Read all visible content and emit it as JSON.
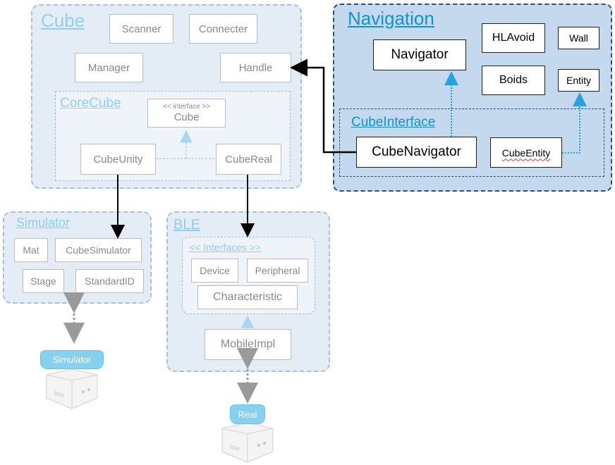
{
  "cube": {
    "title": "Cube",
    "scanner": "Scanner",
    "connecter": "Connecter",
    "manager": "Manager",
    "handle": "Handle",
    "corecube": {
      "title": "CoreCube",
      "iface_tag": "<< interface >>",
      "iface_name": "Cube",
      "unity": "CubeUnity",
      "real": "CubeReal"
    }
  },
  "navigation": {
    "title": "Navigation",
    "navigator": "Navigator",
    "hlavoid": "HLAvoid",
    "wall": "Wall",
    "boids": "Boids",
    "entity": "Entity",
    "cubeinterface": {
      "title": "CubeInterface",
      "cubenavigator": "CubeNavigator",
      "cubeentity": "CubeEntity"
    }
  },
  "simulator": {
    "title": "Simulator",
    "mat": "Mat",
    "cubesimulator": "CubeSimulator",
    "stage": "Stage",
    "standardid": "StandardID",
    "device_label": "Simulator"
  },
  "ble": {
    "title": "BLE",
    "interfaces_title": "<< Interfaces >>",
    "device": "Device",
    "peripheral": "Peripheral",
    "characteristic": "Characteristic",
    "mobileimpl": "MobileImpl",
    "device_label": "Real"
  },
  "colors": {
    "group_fill": "#e4ecf6",
    "group_border": "#a8bfdc",
    "title_light": "#8fd0f0",
    "navigation_fill": "#c4d9ee",
    "navigation_title": "#0c93dc",
    "arrow_blue": "#2aa0e0",
    "arrow_light": "#a8d8f0"
  }
}
